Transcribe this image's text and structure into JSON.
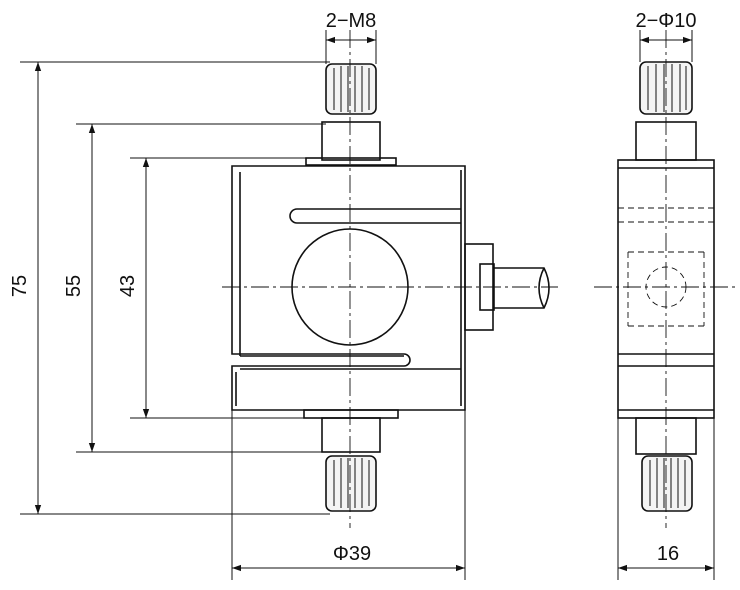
{
  "dimensions": {
    "thread_front": "2−M8",
    "hole_side": "2−Φ10",
    "height_overall": "75",
    "height_middle": "55",
    "height_body": "43",
    "width_front": "Φ39",
    "width_side": "16"
  },
  "colors": {
    "line": "#111111",
    "thread_fill": "#f4f4f4",
    "background": "#ffffff"
  }
}
